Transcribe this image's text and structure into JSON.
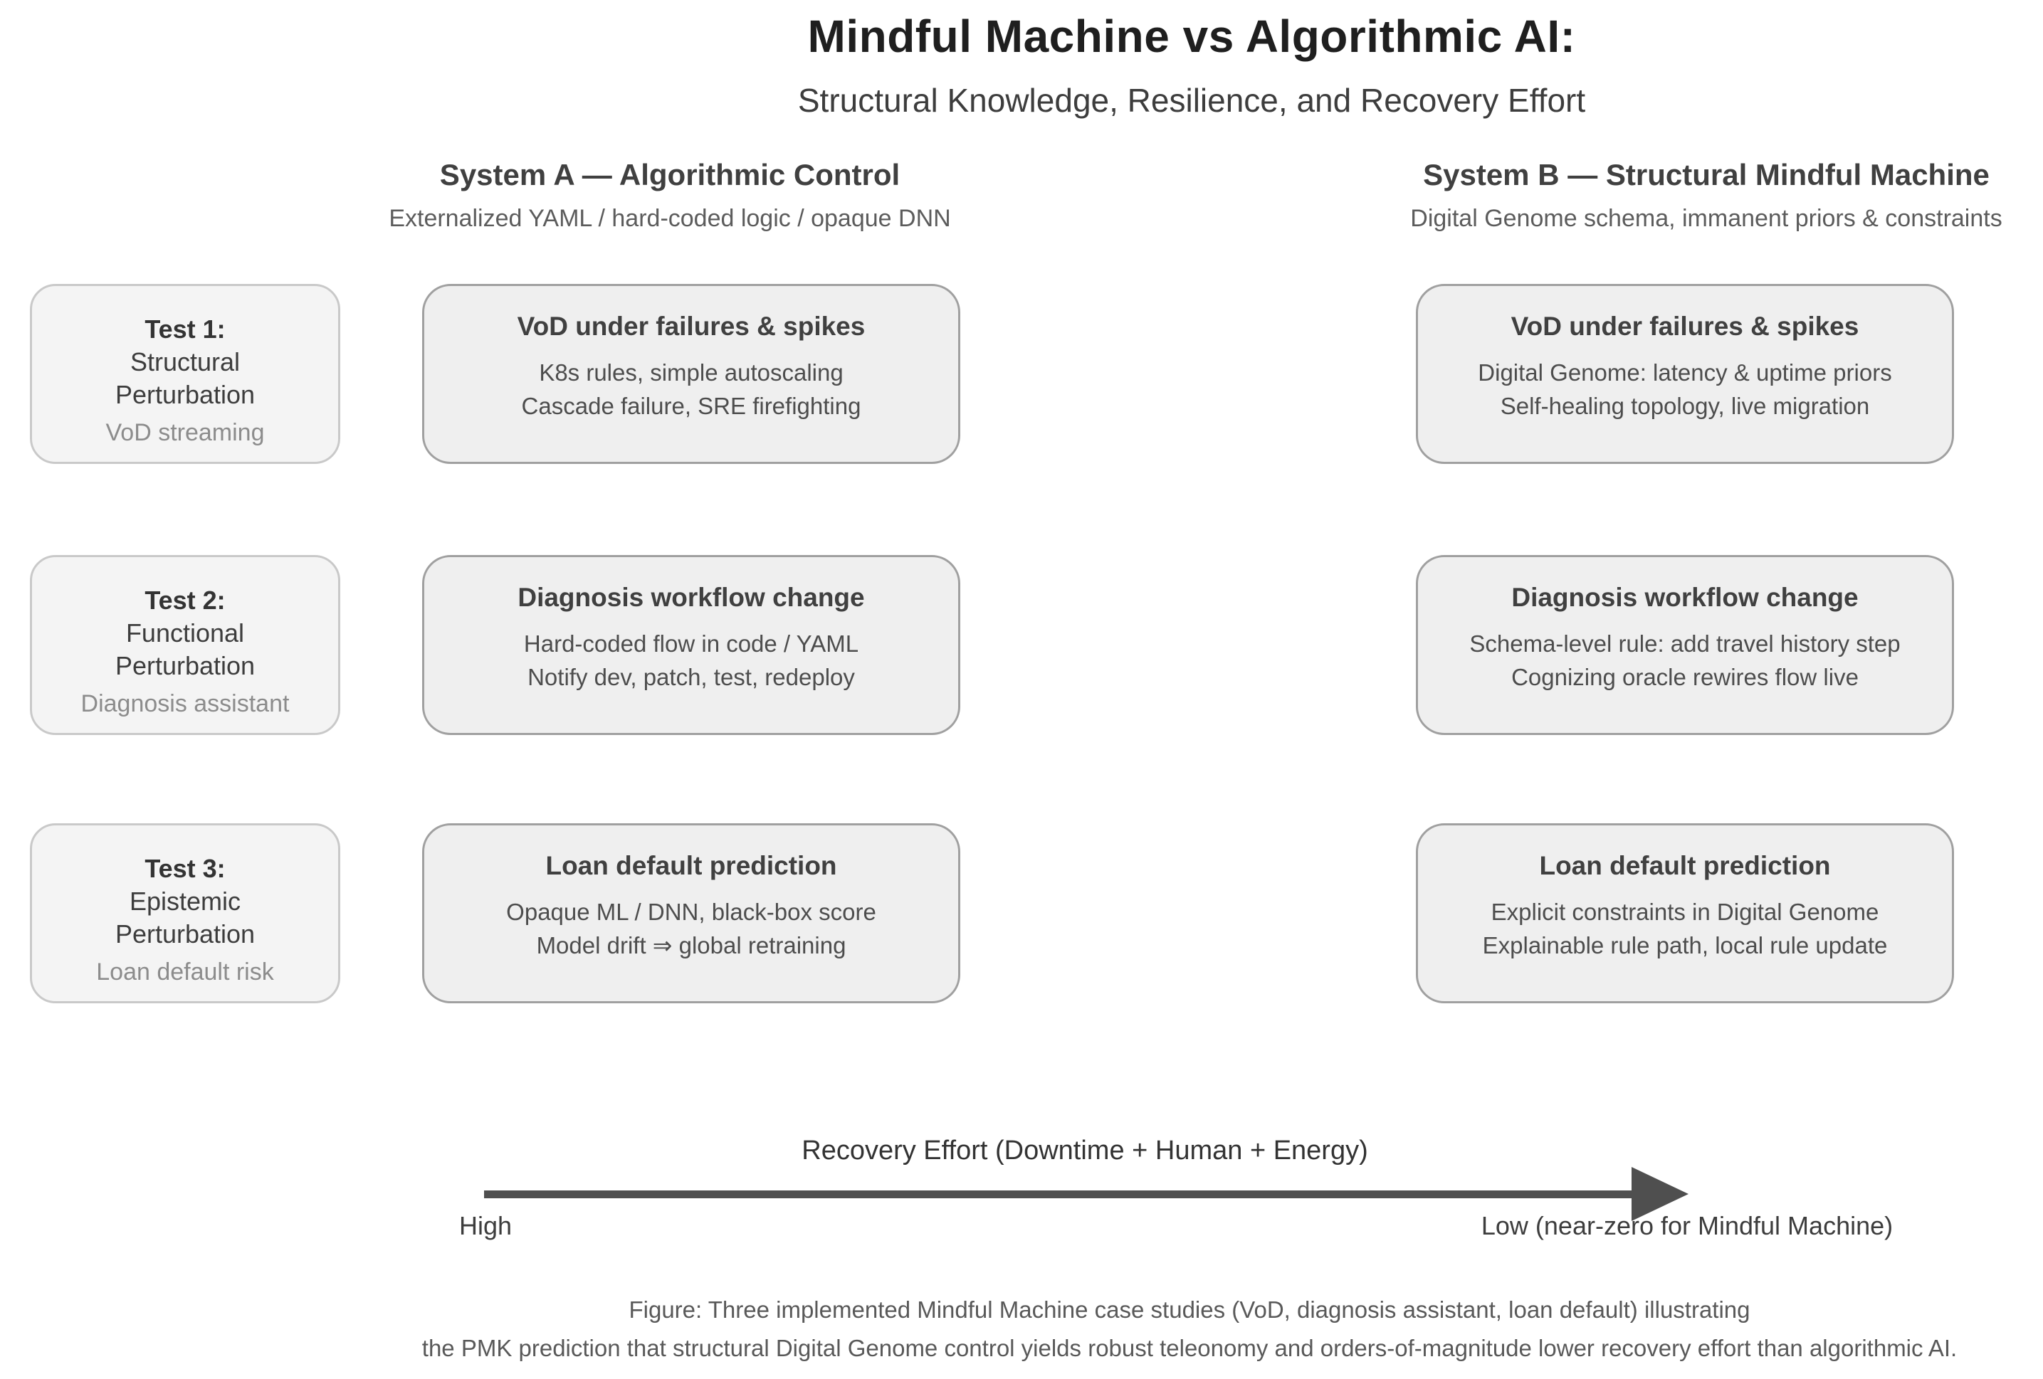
{
  "title": "Mindful Machine vs Algorithmic AI:",
  "subtitle": "Structural Knowledge, Resilience, and Recovery Effort",
  "columns": {
    "a": {
      "title": "System A — Algorithmic Control",
      "subtitle": "Externalized YAML / hard-coded logic / opaque DNN"
    },
    "b": {
      "title": "System B — Structural Mindful Machine",
      "subtitle": "Digital Genome schema, immanent priors & constraints"
    }
  },
  "rows": [
    {
      "test": {
        "label": "Test 1:",
        "type_line1": "Structural",
        "type_line2": "Perturbation",
        "domain": "VoD streaming"
      },
      "system_a": {
        "title": "VoD under failures & spikes",
        "line1": "K8s rules, simple autoscaling",
        "line2": "Cascade failure, SRE firefighting"
      },
      "system_b": {
        "title": "VoD under failures & spikes",
        "line1": "Digital Genome: latency & uptime priors",
        "line2": "Self-healing topology, live migration"
      }
    },
    {
      "test": {
        "label": "Test 2:",
        "type_line1": "Functional",
        "type_line2": "Perturbation",
        "domain": "Diagnosis assistant"
      },
      "system_a": {
        "title": "Diagnosis workflow change",
        "line1": "Hard-coded flow in code / YAML",
        "line2": "Notify dev, patch, test, redeploy"
      },
      "system_b": {
        "title": "Diagnosis workflow change",
        "line1": "Schema-level rule: add travel history step",
        "line2": "Cognizing oracle rewires flow live"
      }
    },
    {
      "test": {
        "label": "Test 3:",
        "type_line1": "Epistemic",
        "type_line2": "Perturbation",
        "domain": "Loan default risk"
      },
      "system_a": {
        "title": "Loan default prediction",
        "line1": "Opaque ML / DNN, black-box score",
        "line2": "Model drift ⇒ global retraining"
      },
      "system_b": {
        "title": "Loan default prediction",
        "line1": "Explicit constraints in Digital Genome",
        "line2": "Explainable rule path, local rule update"
      }
    }
  ],
  "axis": {
    "label": "Recovery Effort (Downtime + Human + Energy)",
    "left": "High",
    "right": "Low (near-zero for Mindful Machine)"
  },
  "caption": {
    "line1": "Figure: Three implemented Mindful Machine case studies (VoD, diagnosis assistant, loan default) illustrating",
    "line2": "the PMK prediction that structural Digital Genome control yields robust teleonomy and orders-of-magnitude lower recovery effort than algorithmic AI."
  },
  "colors": {
    "background": "#ffffff",
    "box_fill": "#efefef",
    "box_border": "#a0a0a0",
    "test_box_fill": "#f4f4f4",
    "test_box_border": "#c9c9c9",
    "title_text": "#1f1f1f",
    "body_text": "#4d4d4d",
    "muted_text": "#8c8c8c",
    "arrow": "#4f4f4f"
  }
}
